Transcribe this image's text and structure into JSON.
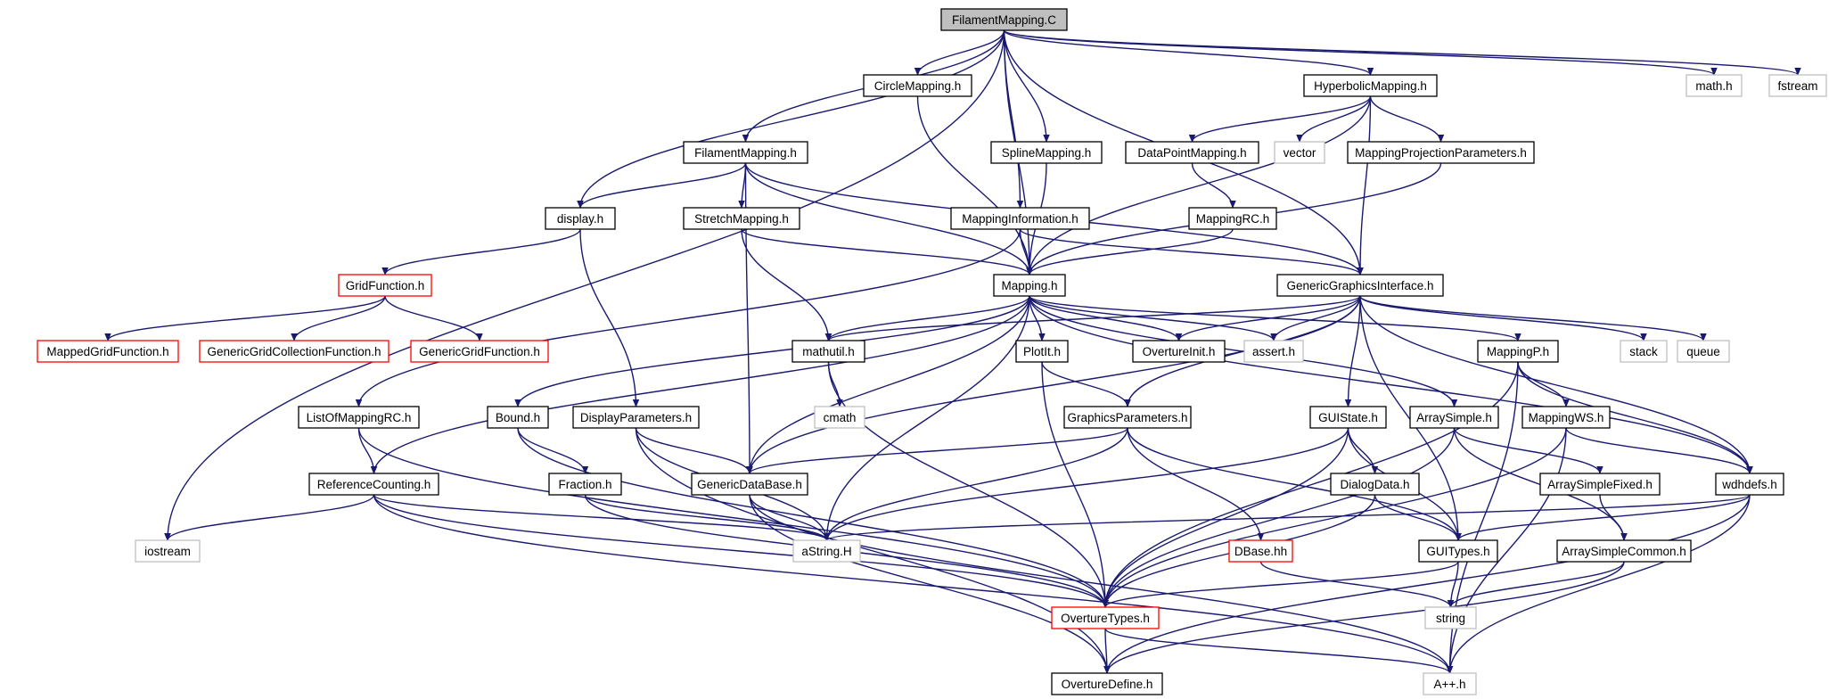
{
  "colors": {
    "edge": "#191970",
    "normal_border": "#000000",
    "red_border": "#ff0000",
    "gray_border": "#bfbfbf",
    "root_fill": "#bfbfbf",
    "node_fill": "#ffffff"
  },
  "nodes": [
    {
      "id": "filamentmapping_c",
      "label": "FilamentMapping.C",
      "style": "root"
    },
    {
      "id": "circlemapping_h",
      "label": "CircleMapping.h",
      "style": "normal"
    },
    {
      "id": "hyperbolicmapping_h",
      "label": "HyperbolicMapping.h",
      "style": "normal"
    },
    {
      "id": "math_h",
      "label": "math.h",
      "style": "gray"
    },
    {
      "id": "fstream",
      "label": "fstream",
      "style": "gray"
    },
    {
      "id": "filamentmapping_h",
      "label": "FilamentMapping.h",
      "style": "normal"
    },
    {
      "id": "splinemapping_h",
      "label": "SplineMapping.h",
      "style": "normal"
    },
    {
      "id": "datapointmapping_h",
      "label": "DataPointMapping.h",
      "style": "normal"
    },
    {
      "id": "vector",
      "label": "vector",
      "style": "gray"
    },
    {
      "id": "mappingprojectionparameters_h",
      "label": "MappingProjectionParameters.h",
      "style": "normal"
    },
    {
      "id": "display_h",
      "label": "display.h",
      "style": "normal"
    },
    {
      "id": "stretchmapping_h",
      "label": "StretchMapping.h",
      "style": "normal"
    },
    {
      "id": "mappinginformation_h",
      "label": "MappingInformation.h",
      "style": "normal"
    },
    {
      "id": "mappingrc_h",
      "label": "MappingRC.h",
      "style": "normal"
    },
    {
      "id": "gridfunction_h",
      "label": "GridFunction.h",
      "style": "red"
    },
    {
      "id": "mapping_h",
      "label": "Mapping.h",
      "style": "normal"
    },
    {
      "id": "genericgraphicsinterface_h",
      "label": "GenericGraphicsInterface.h",
      "style": "normal"
    },
    {
      "id": "mappedgridfunction_h",
      "label": "MappedGridFunction.h",
      "style": "red"
    },
    {
      "id": "genericgridcollectionfunction_h",
      "label": "GenericGridCollectionFunction.h",
      "style": "red"
    },
    {
      "id": "genericgridfunction_h",
      "label": "GenericGridFunction.h",
      "style": "red"
    },
    {
      "id": "mathutil_h",
      "label": "mathutil.h",
      "style": "normal"
    },
    {
      "id": "plotit_h",
      "label": "PlotIt.h",
      "style": "normal"
    },
    {
      "id": "overtureinit_h",
      "label": "OvertureInit.h",
      "style": "normal"
    },
    {
      "id": "assert_h",
      "label": "assert.h",
      "style": "gray"
    },
    {
      "id": "mappingp_h",
      "label": "MappingP.h",
      "style": "normal"
    },
    {
      "id": "stack",
      "label": "stack",
      "style": "gray"
    },
    {
      "id": "queue",
      "label": "queue",
      "style": "gray"
    },
    {
      "id": "cmath",
      "label": "cmath",
      "style": "gray"
    },
    {
      "id": "listofmappingrc_h",
      "label": "ListOfMappingRC.h",
      "style": "normal"
    },
    {
      "id": "bound_h",
      "label": "Bound.h",
      "style": "normal"
    },
    {
      "id": "displayparameters_h",
      "label": "DisplayParameters.h",
      "style": "normal"
    },
    {
      "id": "graphicsparameters_h",
      "label": "GraphicsParameters.h",
      "style": "normal"
    },
    {
      "id": "guistate_h",
      "label": "GUIState.h",
      "style": "normal"
    },
    {
      "id": "arraysimple_h",
      "label": "ArraySimple.h",
      "style": "normal"
    },
    {
      "id": "mappingws_h",
      "label": "MappingWS.h",
      "style": "normal"
    },
    {
      "id": "referencecounting_h",
      "label": "ReferenceCounting.h",
      "style": "normal"
    },
    {
      "id": "fraction_h",
      "label": "Fraction.h",
      "style": "normal"
    },
    {
      "id": "genericdatabase_h",
      "label": "GenericDataBase.h",
      "style": "normal"
    },
    {
      "id": "dialogdata_h",
      "label": "DialogData.h",
      "style": "normal"
    },
    {
      "id": "arraysimplefixed_h",
      "label": "ArraySimpleFixed.h",
      "style": "normal"
    },
    {
      "id": "wdhdefs_h",
      "label": "wdhdefs.h",
      "style": "normal"
    },
    {
      "id": "iostream",
      "label": "iostream",
      "style": "gray"
    },
    {
      "id": "astring_h",
      "label": "aString.H",
      "style": "gray"
    },
    {
      "id": "dbase_hh",
      "label": "DBase.hh",
      "style": "red"
    },
    {
      "id": "guitypes_h",
      "label": "GUITypes.h",
      "style": "normal"
    },
    {
      "id": "arraysimplecommon_h",
      "label": "ArraySimpleCommon.h",
      "style": "normal"
    },
    {
      "id": "overturetypes_h",
      "label": "OvertureTypes.h",
      "style": "red"
    },
    {
      "id": "string",
      "label": "string",
      "style": "gray"
    },
    {
      "id": "overturedefine_h",
      "label": "OvertureDefine.h",
      "style": "normal"
    },
    {
      "id": "a_plus_plus_h",
      "label": "A++.h",
      "style": "gray"
    }
  ],
  "edges": [
    [
      "filamentmapping_c",
      "circlemapping_h"
    ],
    [
      "filamentmapping_c",
      "hyperbolicmapping_h"
    ],
    [
      "filamentmapping_c",
      "math_h"
    ],
    [
      "filamentmapping_c",
      "fstream"
    ],
    [
      "filamentmapping_c",
      "filamentmapping_h"
    ],
    [
      "filamentmapping_c",
      "splinemapping_h"
    ],
    [
      "filamentmapping_c",
      "display_h"
    ],
    [
      "filamentmapping_c",
      "mappinginformation_h"
    ],
    [
      "filamentmapping_c",
      "mapping_h"
    ],
    [
      "filamentmapping_c",
      "genericgraphicsinterface_h"
    ],
    [
      "filamentmapping_c",
      "iostream"
    ],
    [
      "circlemapping_h",
      "mapping_h"
    ],
    [
      "hyperbolicmapping_h",
      "datapointmapping_h"
    ],
    [
      "hyperbolicmapping_h",
      "vector"
    ],
    [
      "hyperbolicmapping_h",
      "mappingprojectionparameters_h"
    ],
    [
      "hyperbolicmapping_h",
      "mapping_h"
    ],
    [
      "hyperbolicmapping_h",
      "genericgraphicsinterface_h"
    ],
    [
      "filamentmapping_h",
      "display_h"
    ],
    [
      "filamentmapping_h",
      "stretchmapping_h"
    ],
    [
      "filamentmapping_h",
      "mapping_h"
    ],
    [
      "filamentmapping_h",
      "genericgraphicsinterface_h"
    ],
    [
      "filamentmapping_h",
      "genericdatabase_h"
    ],
    [
      "splinemapping_h",
      "mapping_h"
    ],
    [
      "datapointmapping_h",
      "mappingrc_h"
    ],
    [
      "mappingprojectionparameters_h",
      "mapping_h"
    ],
    [
      "mappingrc_h",
      "mapping_h"
    ],
    [
      "display_h",
      "gridfunction_h"
    ],
    [
      "display_h",
      "displayparameters_h"
    ],
    [
      "stretchmapping_h",
      "mapping_h"
    ],
    [
      "stretchmapping_h",
      "mathutil_h"
    ],
    [
      "mappinginformation_h",
      "mapping_h"
    ],
    [
      "mappinginformation_h",
      "genericgraphicsinterface_h"
    ],
    [
      "mappinginformation_h",
      "listofmappingrc_h"
    ],
    [
      "gridfunction_h",
      "mappedgridfunction_h"
    ],
    [
      "gridfunction_h",
      "genericgridcollectionfunction_h"
    ],
    [
      "gridfunction_h",
      "genericgridfunction_h"
    ],
    [
      "mapping_h",
      "mathutil_h"
    ],
    [
      "mapping_h",
      "plotit_h"
    ],
    [
      "mapping_h",
      "overtureinit_h"
    ],
    [
      "mapping_h",
      "assert_h"
    ],
    [
      "mapping_h",
      "mappingp_h"
    ],
    [
      "mapping_h",
      "genericdatabase_h"
    ],
    [
      "mapping_h",
      "referencecounting_h"
    ],
    [
      "mapping_h",
      "bound_h"
    ],
    [
      "mapping_h",
      "arraysimple_h"
    ],
    [
      "mapping_h",
      "wdhdefs_h"
    ],
    [
      "mapping_h",
      "astring_h"
    ],
    [
      "genericgraphicsinterface_h",
      "mathutil_h"
    ],
    [
      "genericgraphicsinterface_h",
      "overtureinit_h"
    ],
    [
      "genericgraphicsinterface_h",
      "assert_h"
    ],
    [
      "genericgraphicsinterface_h",
      "stack"
    ],
    [
      "genericgraphicsinterface_h",
      "queue"
    ],
    [
      "genericgraphicsinterface_h",
      "graphicsparameters_h"
    ],
    [
      "genericgraphicsinterface_h",
      "guistate_h"
    ],
    [
      "genericgraphicsinterface_h",
      "wdhdefs_h"
    ],
    [
      "genericgraphicsinterface_h",
      "genericdatabase_h"
    ],
    [
      "genericgraphicsinterface_h",
      "guitypes_h"
    ],
    [
      "mathutil_h",
      "cmath"
    ],
    [
      "mathutil_h",
      "overturetypes_h"
    ],
    [
      "plotit_h",
      "graphicsparameters_h"
    ],
    [
      "plotit_h",
      "overturetypes_h"
    ],
    [
      "mappingp_h",
      "mappingws_h"
    ],
    [
      "mappingp_h",
      "wdhdefs_h"
    ],
    [
      "mappingp_h",
      "overturetypes_h"
    ],
    [
      "mappingp_h",
      "a_plus_plus_h"
    ],
    [
      "listofmappingrc_h",
      "referencecounting_h"
    ],
    [
      "listofmappingrc_h",
      "overturetypes_h"
    ],
    [
      "bound_h",
      "fraction_h"
    ],
    [
      "bound_h",
      "overturetypes_h"
    ],
    [
      "displayparameters_h",
      "genericdatabase_h"
    ],
    [
      "displayparameters_h",
      "astring_h"
    ],
    [
      "displayparameters_h",
      "overturedefine_h"
    ],
    [
      "graphicsparameters_h",
      "genericdatabase_h"
    ],
    [
      "graphicsparameters_h",
      "astring_h"
    ],
    [
      "graphicsparameters_h",
      "dbase_hh"
    ],
    [
      "graphicsparameters_h",
      "guitypes_h"
    ],
    [
      "guistate_h",
      "dialogdata_h"
    ],
    [
      "guistate_h",
      "guitypes_h"
    ],
    [
      "guistate_h",
      "overturetypes_h"
    ],
    [
      "guistate_h",
      "astring_h"
    ],
    [
      "arraysimple_h",
      "arraysimplefixed_h"
    ],
    [
      "arraysimple_h",
      "arraysimplecommon_h"
    ],
    [
      "arraysimple_h",
      "overturetypes_h"
    ],
    [
      "mappingws_h",
      "wdhdefs_h"
    ],
    [
      "mappingws_h",
      "overturetypes_h"
    ],
    [
      "mappingws_h",
      "a_plus_plus_h"
    ],
    [
      "referencecounting_h",
      "iostream"
    ],
    [
      "referencecounting_h",
      "astring_h"
    ],
    [
      "referencecounting_h",
      "overturetypes_h"
    ],
    [
      "referencecounting_h",
      "a_plus_plus_h"
    ],
    [
      "fraction_h",
      "astring_h"
    ],
    [
      "fraction_h",
      "overturetypes_h"
    ],
    [
      "genericdatabase_h",
      "astring_h"
    ],
    [
      "genericdatabase_h",
      "overturedefine_h"
    ],
    [
      "genericdatabase_h",
      "a_plus_plus_h"
    ],
    [
      "dialogdata_h",
      "guitypes_h"
    ],
    [
      "dialogdata_h",
      "overturetypes_h"
    ],
    [
      "arraysimplefixed_h",
      "arraysimplecommon_h"
    ],
    [
      "wdhdefs_h",
      "astring_h"
    ],
    [
      "wdhdefs_h",
      "guitypes_h"
    ],
    [
      "wdhdefs_h",
      "overturedefine_h"
    ],
    [
      "wdhdefs_h",
      "a_plus_plus_h"
    ],
    [
      "dbase_hh",
      "string"
    ],
    [
      "guitypes_h",
      "string"
    ],
    [
      "guitypes_h",
      "overturetypes_h"
    ],
    [
      "arraysimplecommon_h",
      "string"
    ],
    [
      "arraysimplecommon_h",
      "overturedefine_h"
    ],
    [
      "overturetypes_h",
      "overturedefine_h"
    ],
    [
      "overturetypes_h",
      "a_plus_plus_h"
    ]
  ]
}
